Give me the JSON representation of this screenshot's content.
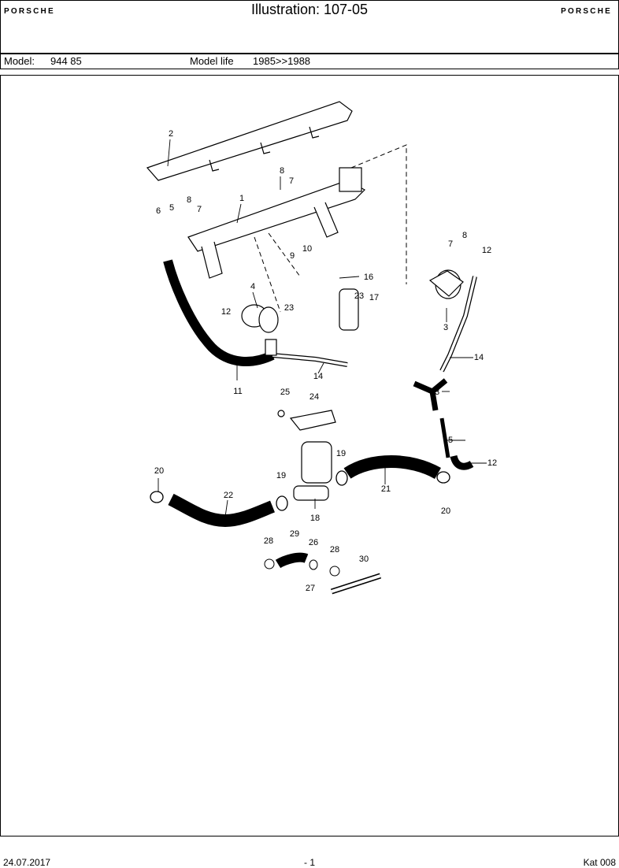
{
  "header": {
    "logo_left": "PORSCHE",
    "logo_right": "PORSCHE",
    "title": "Illustration: 107-05"
  },
  "model_row": {
    "model_label": "Model:",
    "model_value": "944 85",
    "life_label": "Model life",
    "life_value": "1985>>1988"
  },
  "diagram": {
    "part_numbers": [
      "1",
      "2",
      "3",
      "4",
      "5",
      "6",
      "7",
      "7",
      "7",
      "8",
      "8",
      "8",
      "9",
      "10",
      "11",
      "12",
      "12",
      "12",
      "13",
      "14",
      "14",
      "15",
      "16",
      "17",
      "18",
      "19",
      "19",
      "20",
      "20",
      "21",
      "22",
      "23",
      "23",
      "24",
      "25",
      "26",
      "27",
      "28",
      "28",
      "29",
      "30"
    ]
  },
  "footer": {
    "date": "24.07.2017",
    "page": "- 1",
    "catalog": "Kat 008"
  }
}
